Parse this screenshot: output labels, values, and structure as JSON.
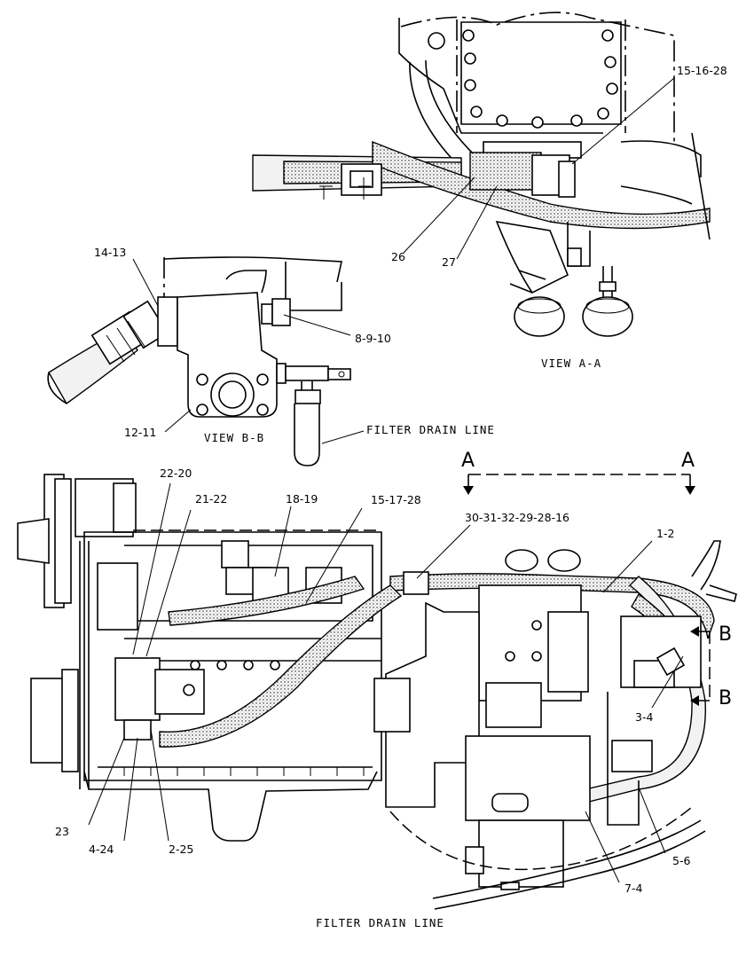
{
  "labels": {
    "l1": "15-16-28",
    "l2": "26",
    "l3": "27",
    "l4": "14-13",
    "l5": "8-9-10",
    "l6": "12-11",
    "l7": "22-20",
    "l8": "21-22",
    "l9": "18-19",
    "l10": "15-17-28",
    "l11": "30-31-32-29-28-16",
    "l12": "1-2",
    "l13": "3-4",
    "l14": "23",
    "l15": "4-24",
    "l16": "2-25",
    "l17": "7-4",
    "l18": "5-6"
  },
  "views": {
    "view_aa": "VIEW A-A",
    "view_bb": "VIEW B-B"
  },
  "callouts": {
    "filter_drain_top": "FILTER DRAIN LINE",
    "filter_drain_bottom": "FILTER DRAIN LINE"
  },
  "section_markers": {
    "a_left": "A",
    "a_right": "A",
    "b_top": "B",
    "b_bottom": "B"
  }
}
